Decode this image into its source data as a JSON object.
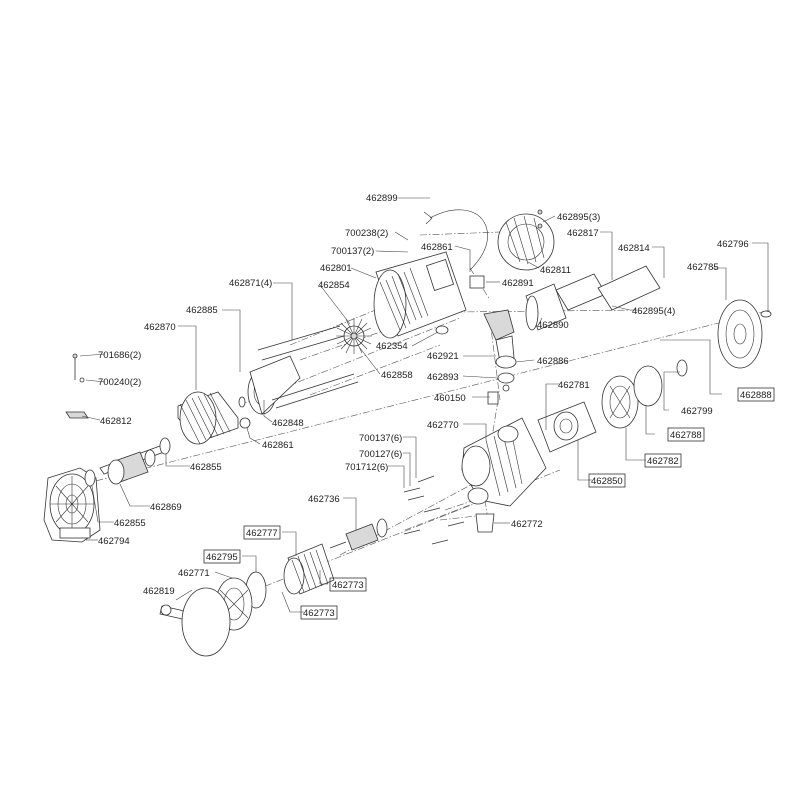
{
  "labels": {
    "p462899": "462899",
    "p462895_3": "462895(3)",
    "p700238_2": "700238(2)",
    "p462861a": "462861",
    "p462817": "462817",
    "p700137_2": "700137(2)",
    "p462814": "462814",
    "p462796": "462796",
    "p462801": "462801",
    "p462811": "462811",
    "p462785": "462785",
    "p462871_4": "462871(4)",
    "p462891": "462891",
    "p462854": "462854",
    "p462895_4": "462895(4)",
    "p462885": "462885",
    "p462890": "462890",
    "p462870": "462870",
    "p462354": "462354",
    "p462921": "462921",
    "p462886": "462886",
    "p701686_2": "701686(2)",
    "p462858": "462858",
    "p462893": "462893",
    "p700240_2": "700240(2)",
    "p462781": "462781",
    "p462888": "462888",
    "p460150": "460150",
    "p462799": "462799",
    "p462812": "462812",
    "p462848": "462848",
    "p462770": "462770",
    "p462788": "462788",
    "p700137_6": "700137(6)",
    "p462861b": "462861",
    "p700127_6": "700127(6)",
    "p462782": "462782",
    "p462855a": "462855",
    "p701712_6": "701712(6)",
    "p462850": "462850",
    "p462869": "462869",
    "p462736": "462736",
    "p462855b": "462855",
    "p462772": "462772",
    "p462794": "462794",
    "p462777": "462777",
    "p462795": "462795",
    "p462771": "462771",
    "p462773a": "462773",
    "p462819": "462819",
    "p462773b": "462773"
  }
}
